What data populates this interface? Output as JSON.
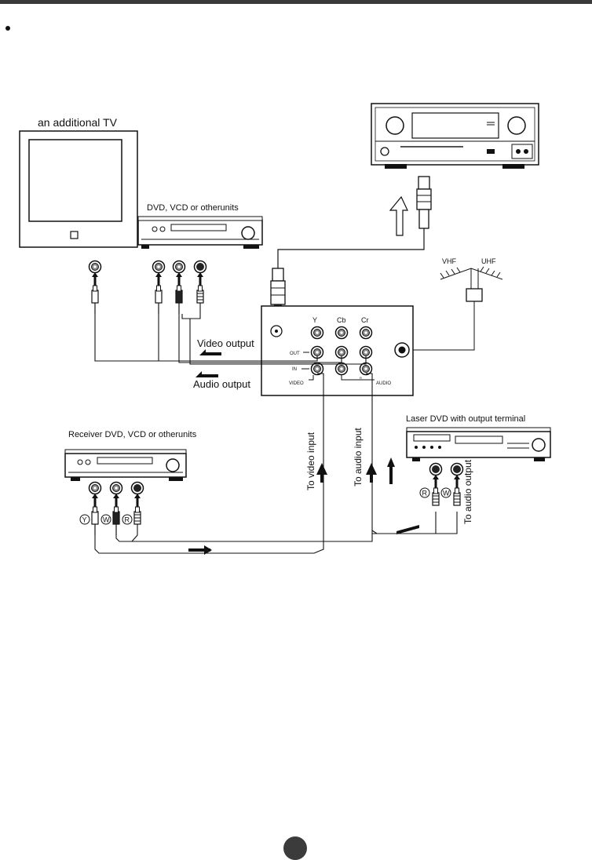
{
  "labels": {
    "additional_tv": "an additional TV",
    "dvd_top": "DVD, VCD or otherunits",
    "receiver": "Receiver DVD, VCD or otherunits",
    "laser_dvd": "Laser DVD with output terminal",
    "video_output": "Video output",
    "audio_output": "Audio output",
    "to_video_input": "To video input",
    "to_audio_input": "To audio input",
    "to_audio_output": "To audio output",
    "vhf": "VHF",
    "uhf": "UHF",
    "y": "Y",
    "cb": "Cb",
    "cr": "Cr",
    "out": "OUT",
    "in": "IN",
    "video": "VIDEO",
    "audio": "AUDIO",
    "plug_y": "Y",
    "plug_w": "W",
    "plug_r": "R"
  }
}
